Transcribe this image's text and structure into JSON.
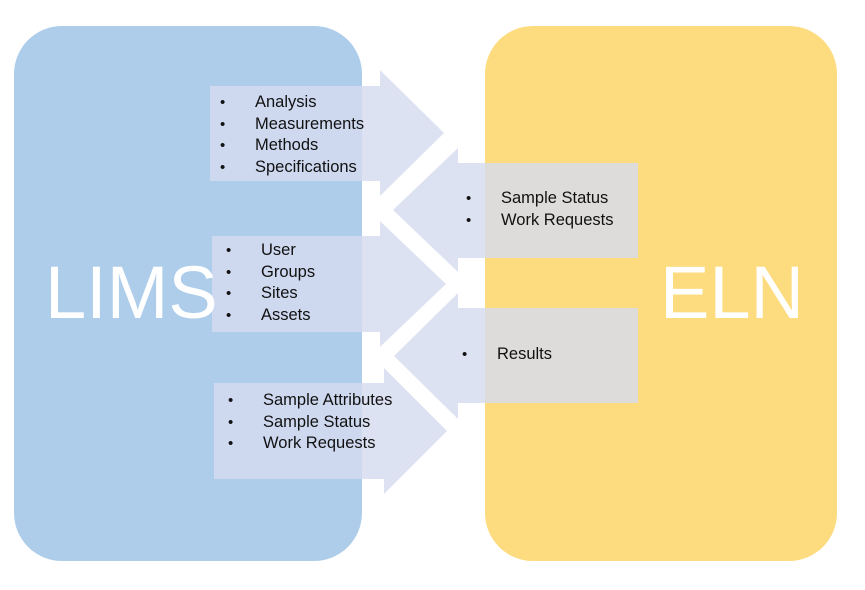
{
  "diagram": {
    "left_system": "LIMS",
    "right_system": "ELN",
    "colors": {
      "left_panel": "#aecdeb",
      "right_panel": "#fddc80",
      "arrow_fill": "#d6dcef",
      "label_text": "#ffffff"
    },
    "flows": [
      {
        "direction": "to-right",
        "items": [
          "Analysis",
          "Measurements",
          "Methods",
          "Specifications"
        ]
      },
      {
        "direction": "to-left",
        "items": [
          "Sample Status",
          "Work Requests"
        ]
      },
      {
        "direction": "to-right",
        "items": [
          "User",
          "Groups",
          "Sites",
          "Assets"
        ]
      },
      {
        "direction": "to-left",
        "items": [
          "Results"
        ]
      },
      {
        "direction": "to-right",
        "items": [
          "Sample Attributes",
          "Sample Status",
          "Work Requests"
        ]
      }
    ]
  }
}
